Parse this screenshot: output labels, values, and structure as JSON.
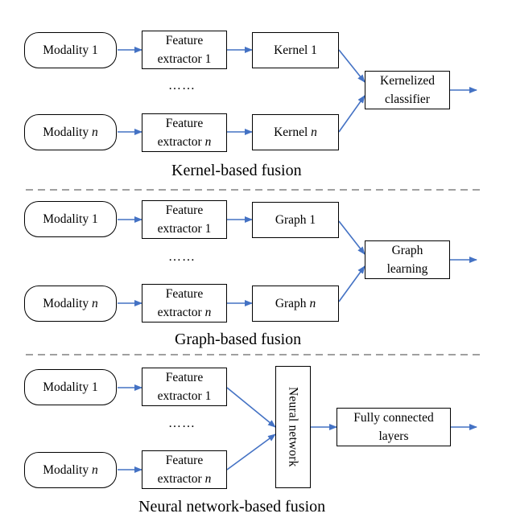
{
  "sections": [
    {
      "modality_1": "Modality 1",
      "modality_n_prefix": "Modality",
      "n": "n",
      "feature_line1": "Feature",
      "feature_line2_1": "extractor 1",
      "feature_line2_n_prefix": "extractor",
      "ellipsis": "……",
      "mid_1": "Kernel 1",
      "mid_n_prefix": "Kernel",
      "fusion_line1": "Kernelized",
      "fusion_line2": "classifier",
      "caption": "Kernel-based fusion"
    },
    {
      "modality_1": "Modality 1",
      "modality_n_prefix": "Modality",
      "n": "n",
      "feature_line1": "Feature",
      "feature_line2_1": "extractor 1",
      "feature_line2_n_prefix": "extractor",
      "ellipsis": "……",
      "mid_1": "Graph 1",
      "mid_n_prefix": "Graph",
      "fusion_line1": "Graph",
      "fusion_line2": "learning",
      "caption": "Graph-based fusion"
    },
    {
      "modality_1": "Modality 1",
      "modality_n_prefix": "Modality",
      "n": "n",
      "feature_line1": "Feature",
      "feature_line2_1": "extractor 1",
      "feature_line2_n_prefix": "extractor",
      "ellipsis": "……",
      "neural": "Neural network",
      "fc_line1": "Fully connected",
      "fc_line2": "layers",
      "caption": "Neural network-based fusion"
    }
  ],
  "colors": {
    "arrow": "#4472c4",
    "divider": "#808080",
    "border": "#000000"
  }
}
